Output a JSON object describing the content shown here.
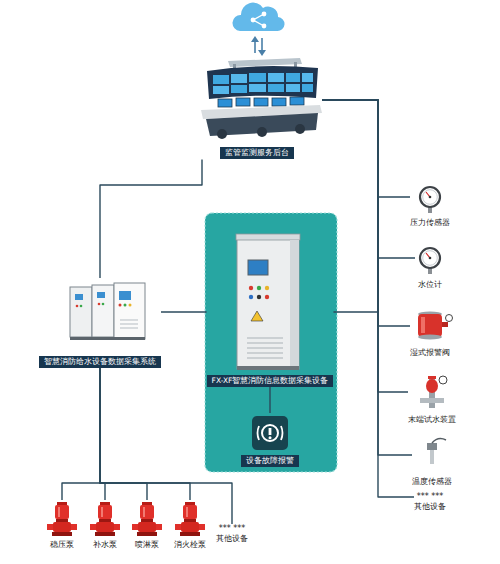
{
  "diagram": {
    "nodes": [
      {
        "text": [
          "监管监测服务后台"
        ]
      },
      {
        "text": [
          "智慧消防给水设备数据采集系统"
        ]
      },
      {
        "text": [
          "FX-XF智慧消防信息数据采集设备"
        ]
      },
      {
        "text": [
          "设备故障报警"
        ]
      },
      {
        "text": [
          "压力传感器"
        ]
      },
      {
        "text": [
          "水位计"
        ]
      },
      {
        "text": [
          "湿式报警阀"
        ]
      },
      {
        "text": [
          "末端试水装置"
        ]
      },
      {
        "text": [
          "温度传感器"
        ]
      },
      {
        "text": [
          "*** ***",
          "其他设备"
        ]
      },
      {
        "text": [
          "稳压泵"
        ]
      },
      {
        "text": [
          "补水泵"
        ]
      },
      {
        "text": [
          "喷淋泵"
        ]
      },
      {
        "text": [
          "消火栓泵"
        ]
      },
      {
        "text": [
          "*** ***",
          "其他设备"
        ]
      }
    ],
    "edges": [
      {
        "from": 0,
        "to": 1,
        "arrow": "none"
      },
      {
        "from": 1,
        "to": 2,
        "arrow": "none"
      },
      {
        "from": 2,
        "to": 3,
        "arrow": "none"
      },
      {
        "from": 2,
        "to": 0,
        "arrow": "none"
      },
      {
        "from": 0,
        "to": 4,
        "arrow": "none"
      },
      {
        "from": 0,
        "to": 5,
        "arrow": "none"
      },
      {
        "from": 0,
        "to": 6,
        "arrow": "none"
      },
      {
        "from": 0,
        "to": 7,
        "arrow": "none"
      },
      {
        "from": 0,
        "to": 8,
        "arrow": "none"
      },
      {
        "from": 0,
        "to": 9,
        "arrow": "none"
      },
      {
        "from": 1,
        "to": 10,
        "arrow": "none"
      },
      {
        "from": 1,
        "to": 11,
        "arrow": "none"
      },
      {
        "from": 1,
        "to": 12,
        "arrow": "none"
      },
      {
        "from": 1,
        "to": 13,
        "arrow": "none"
      },
      {
        "from": 1,
        "to": 14,
        "arrow": "none"
      }
    ]
  }
}
